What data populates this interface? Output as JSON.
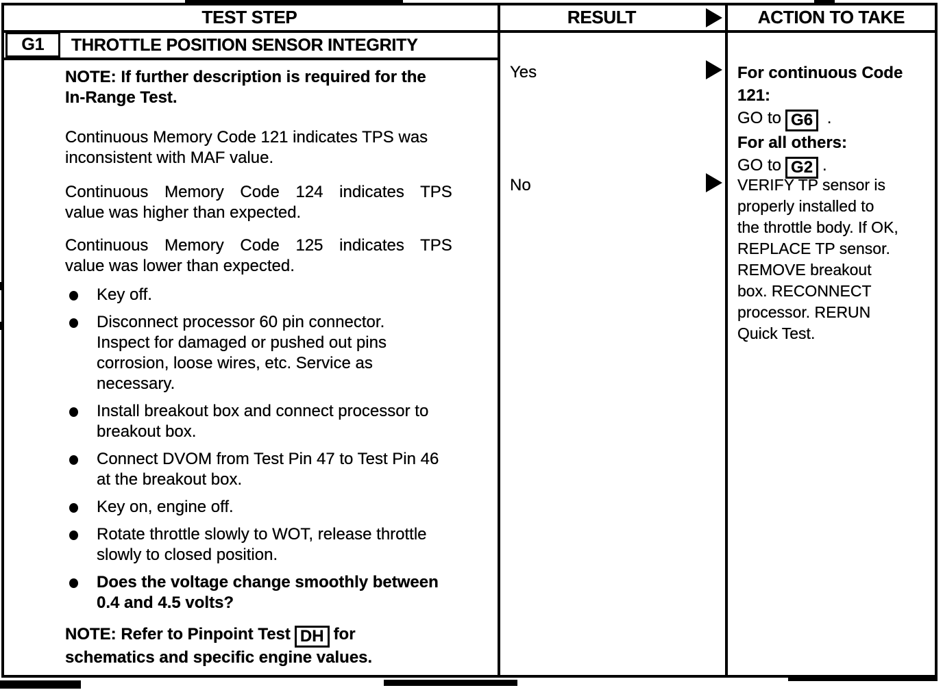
{
  "header": {
    "test_step": "TEST STEP",
    "result": "RESULT",
    "action": "ACTION TO TAKE"
  },
  "icons": {
    "result_header_arrow": "right-arrow",
    "yes_arrow": "right-arrow",
    "no_arrow": "right-arrow"
  },
  "step": {
    "id": "G1",
    "title": "THROTTLE POSITION SENSOR INTEGRITY"
  },
  "test_step": {
    "note_top": "NOTE: If further description is required for the\nIn-Range Test.",
    "para_121": "Continuous Memory Code 121 indicates TPS was\ninconsistent with MAF value.",
    "para_124_line1": "Continuous Memory Code 124 indicates TPS",
    "para_124_line2": "value was higher than expected.",
    "para_125_line1": "Continuous Memory Code 125 indicates TPS",
    "para_125_line2": "value was lower than expected.",
    "bullets": [
      "Key off.",
      "Disconnect processor 60 pin connector.\nInspect for damaged or pushed out pins\ncorrosion, loose wires, etc. Service as\nnecessary.",
      "Install breakout box and connect processor to\nbreakout box.",
      "Connect DVOM from Test Pin 47 to Test Pin 46\nat the breakout box.",
      "Key on, engine off.",
      "Rotate throttle slowly to WOT, release throttle\nslowly to closed position.",
      "Does the voltage change smoothly between\n0.4 and 4.5 volts?"
    ],
    "note_bottom": {
      "prefix": "NOTE: Refer to Pinpoint Test",
      "box": "DH",
      "suffix": "for",
      "line2": "schematics and specific engine values."
    }
  },
  "results": {
    "yes": "Yes",
    "no": "No"
  },
  "actions": {
    "yes": {
      "bold_intro": "For continuous Code\n121:",
      "go1_prefix": "GO to",
      "go1_box": "G6",
      "go1_suffix": " .",
      "bold_others": "For all others:",
      "go2_prefix": "GO to",
      "go2_box": "G2",
      "go2_suffix": "."
    },
    "no": "VERIFY TP sensor is\nproperly installed to\nthe throttle body. If OK,\nREPLACE TP sensor.\nREMOVE breakout\nbox. RECONNECT\nprocessor. RERUN\nQuick Test."
  }
}
